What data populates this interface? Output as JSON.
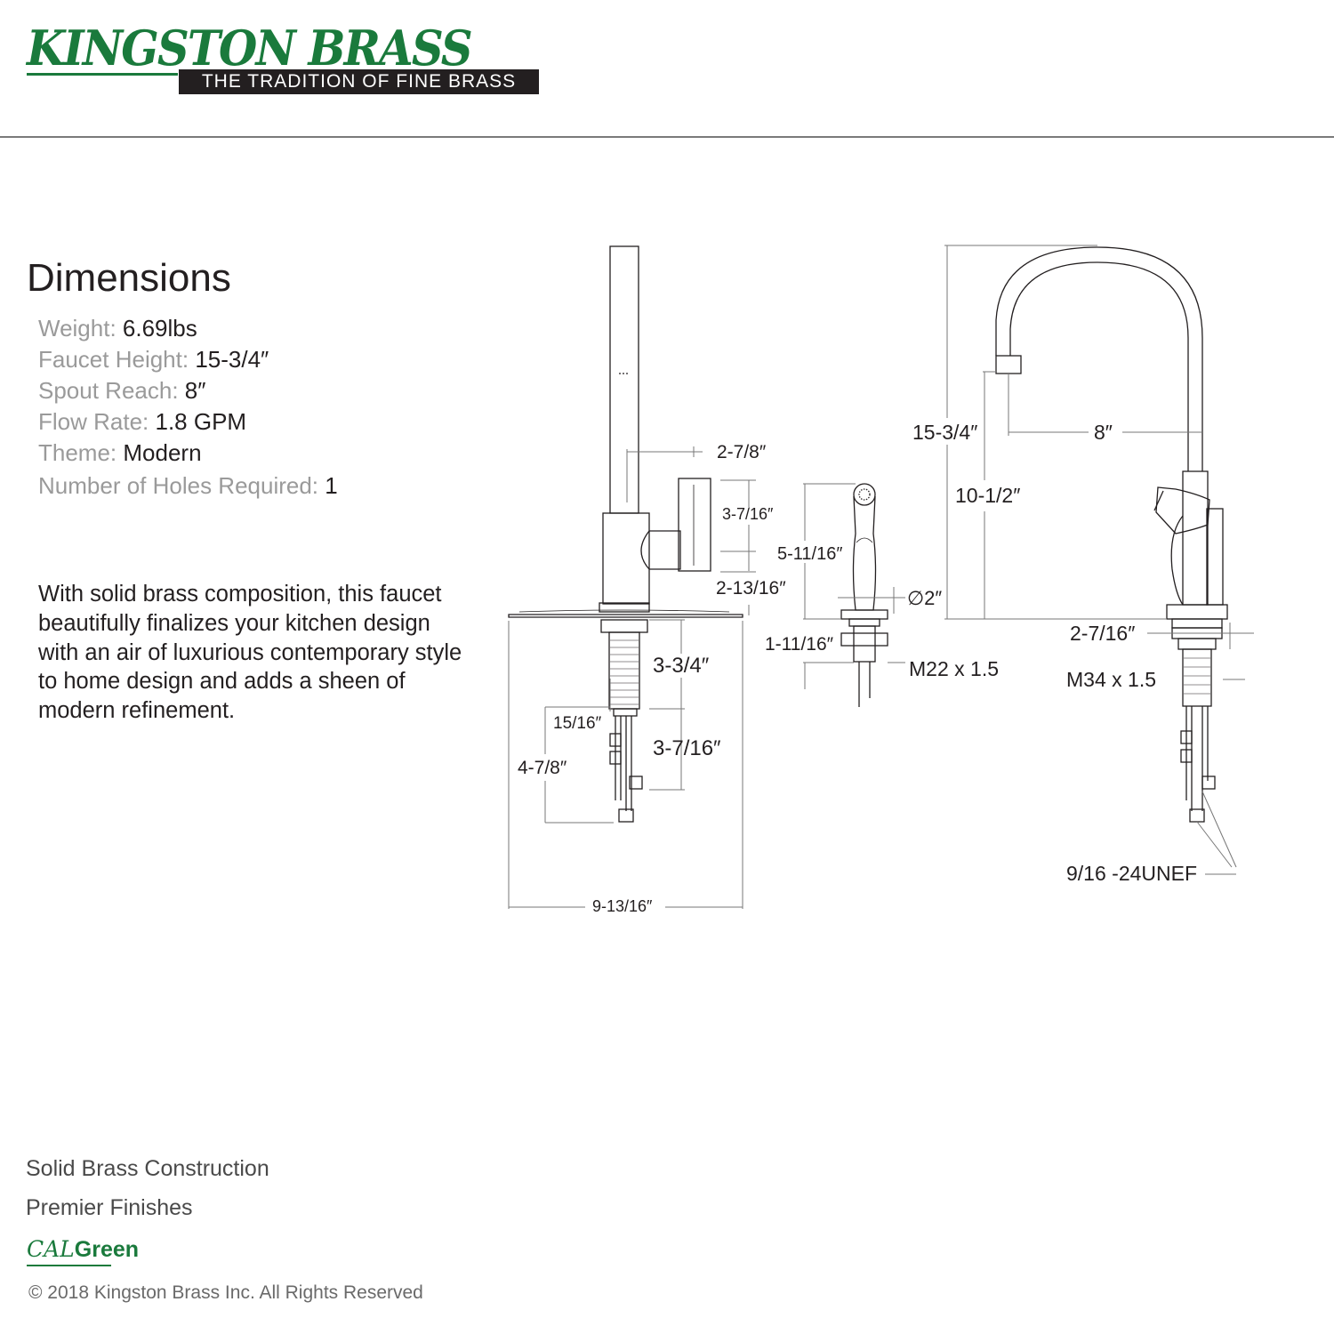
{
  "brand": {
    "name": "KINGSTON BRASS",
    "tagline": "THE TRADITION OF FINE BRASS"
  },
  "dimensions_title": "Dimensions",
  "specs": [
    {
      "key": "Weight: ",
      "value": "6.69lbs"
    },
    {
      "key": "Faucet Height: ",
      "value": "15-3/4″"
    },
    {
      "key": "Spout Reach: ",
      "value": "8″"
    },
    {
      "key": "Flow Rate: ",
      "value": "1.8 GPM"
    },
    {
      "key": "Theme: ",
      "value": "Modern"
    },
    {
      "key": "Number of Holes Required: ",
      "value": "1"
    }
  ],
  "description": "With solid brass composition, this faucet beautifully finalizes your kitchen design with an air of luxurious contemporary style to home design and adds a sheen of modern refinement.",
  "drawing_labels": {
    "front_handle_width": "2-7/8″",
    "front_handle_height": "3-7/16″",
    "front_base_to_handle": "2-13/16″",
    "front_shank": "3-3/4″",
    "front_hose_offset": "15/16″",
    "front_hose_length": "3-7/16″",
    "front_below_deck": "4-7/8″",
    "front_plate_width": "9-13/16″",
    "sprayer_height": "5-11/16″",
    "sprayer_diameter": "∅2″",
    "sprayer_base": "1-11/16″",
    "sprayer_thread": "M22 x 1.5",
    "side_height": "15-3/4″",
    "side_reach": "8″",
    "side_spout_clearance": "10-1/2″",
    "side_base": "2-7/16″",
    "side_thread": "M34 x 1.5",
    "side_supply_thread": "9/16 -24UNEF"
  },
  "features": [
    "Solid Brass Construction",
    "Premier Finishes"
  ],
  "calgreen": {
    "cal": "CAL",
    "green": "Green"
  },
  "copyright": "© 2018 Kingston Brass Inc. All Rights Reserved",
  "colors": {
    "brand_green": "#1a7a3c",
    "ink": "#231f20",
    "muted": "#9a9a9a",
    "rule": "#7a7a7a"
  }
}
